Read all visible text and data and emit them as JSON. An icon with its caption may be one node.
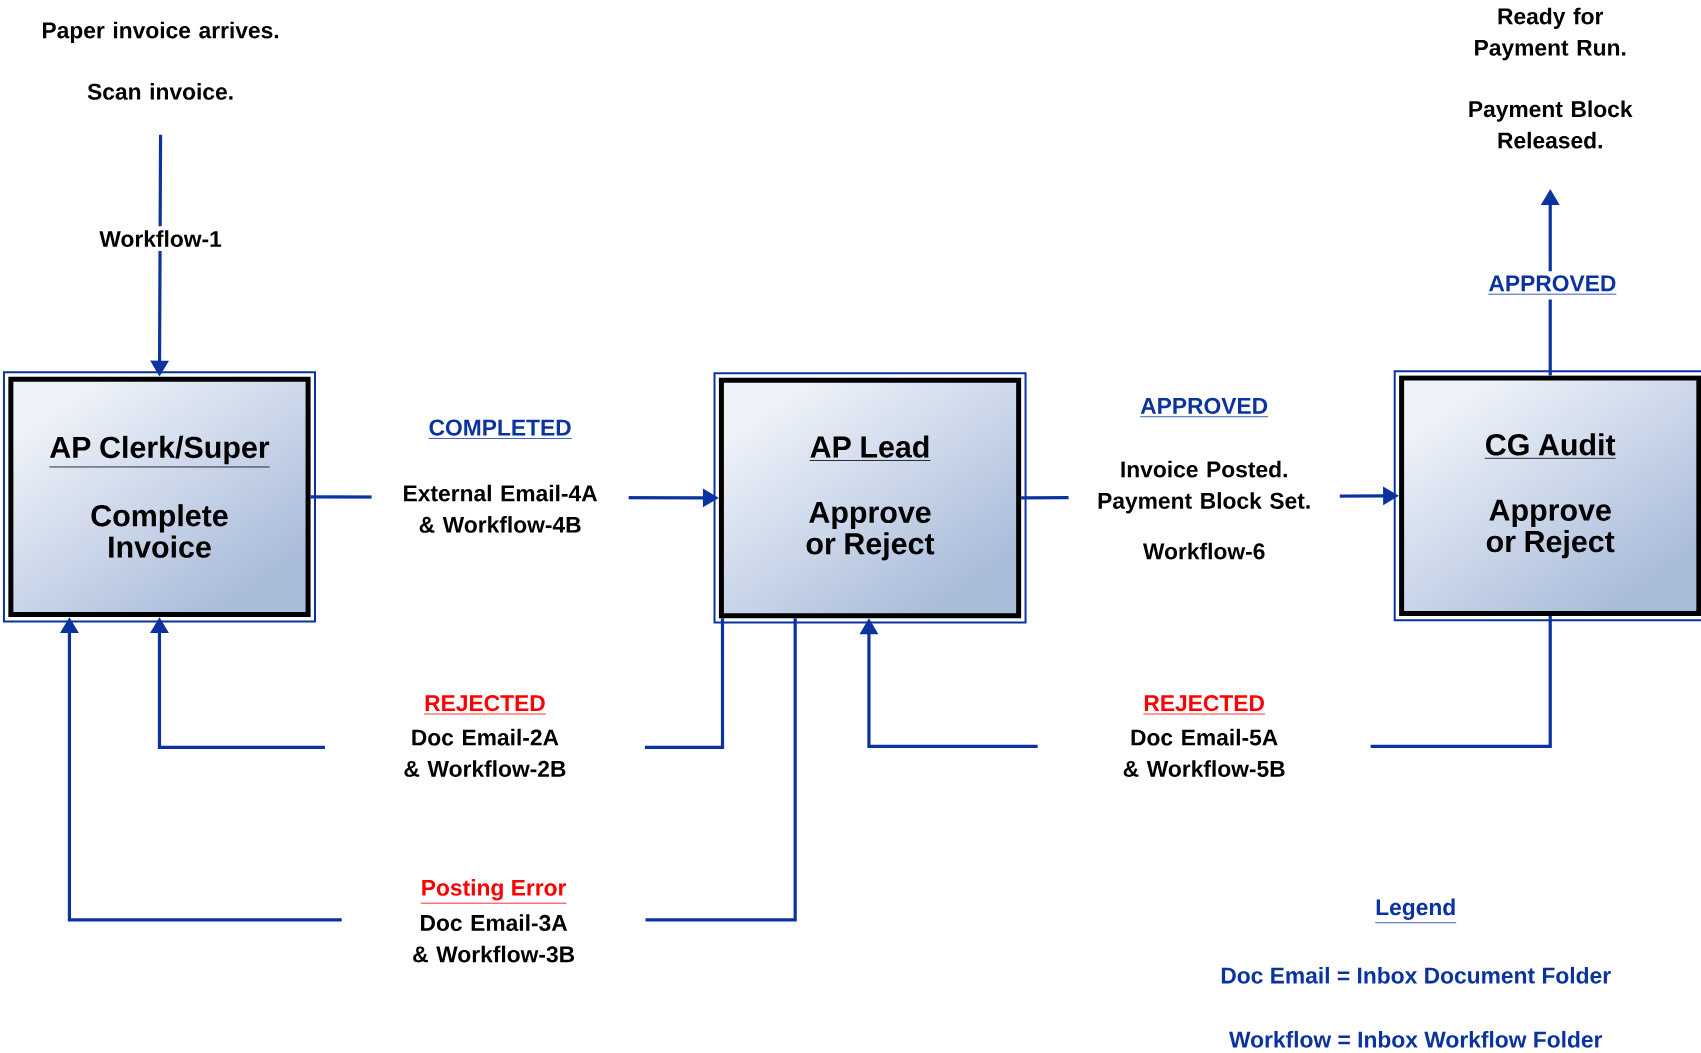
{
  "diagram": {
    "nodes": [
      {
        "text": [
          "Paper invoice arrives.",
          "Scan invoice."
        ]
      },
      {
        "text": [
          "AP Clerk/Super",
          "Complete Invoice"
        ]
      },
      {
        "text": [
          "AP Lead",
          "Approve or Reject"
        ]
      },
      {
        "text": [
          "CG Audit",
          "Approve or Reject"
        ]
      },
      {
        "text": [
          "Ready for Payment Run.",
          "Payment Block Released."
        ]
      }
    ],
    "edges": [
      {
        "from": 0,
        "to": 1,
        "arrow": "to",
        "label": "Workflow-1"
      },
      {
        "from": 1,
        "to": 2,
        "arrow": "to",
        "label": "External Email-4A & Workflow-4B"
      },
      {
        "from": 2,
        "to": 3,
        "arrow": "to",
        "label": "Invoice Posted. Payment Block Set."
      },
      {
        "from": 3,
        "to": 4,
        "arrow": "to",
        "label": "APPROVED"
      },
      {
        "from": 2,
        "to": 1,
        "arrow": "to",
        "label": "Doc Email-2A & Workflow-2B"
      },
      {
        "from": 2,
        "to": 1,
        "arrow": "to",
        "label": "Doc Email-3A & Workflow-3B"
      },
      {
        "from": 3,
        "to": 2,
        "arrow": "to",
        "label": "Doc Email-5A & Workflow-5B"
      }
    ],
    "labels": [
      "COMPLETED",
      "APPROVED",
      "Workflow-6",
      "REJECTED",
      "REJECTED",
      "Posting Error",
      "Legend",
      "Doc Email = Inbox Document Folder",
      "Workflow = Inbox Workflow Folder"
    ]
  }
}
